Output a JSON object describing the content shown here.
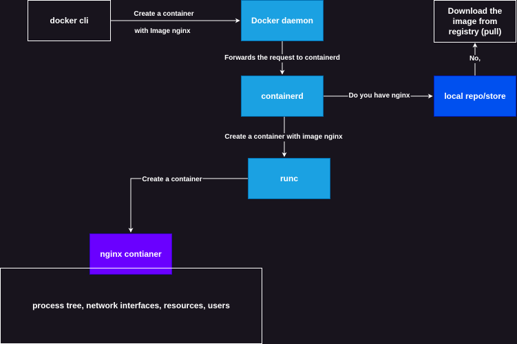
{
  "nodes": {
    "docker_cli": "docker cli",
    "docker_daemon": "Docker daemon",
    "containerd": "containerd",
    "local_repo": "local repo/store",
    "download": "Download the image from registry  (pull)",
    "runc": "runc",
    "nginx_container": "nginx contianer",
    "process_tree": "process tree, network interfaces, resources, users"
  },
  "edges": {
    "cli_to_daemon_line1": "Create a container",
    "cli_to_daemon_line2": "with Image nginx",
    "daemon_to_containerd": "Forwards the request to containerd",
    "containerd_to_repo": "Do you have nginx",
    "repo_to_download": "No,",
    "containerd_to_runc": "Create a container with image nginx",
    "runc_to_nginx": "Create a container"
  },
  "colors": {
    "background": "#18141d",
    "daemon_fill": "#1ba1e2",
    "repo_fill": "#0050ef",
    "container_fill": "#6a00ff",
    "line": "#ffffff"
  }
}
